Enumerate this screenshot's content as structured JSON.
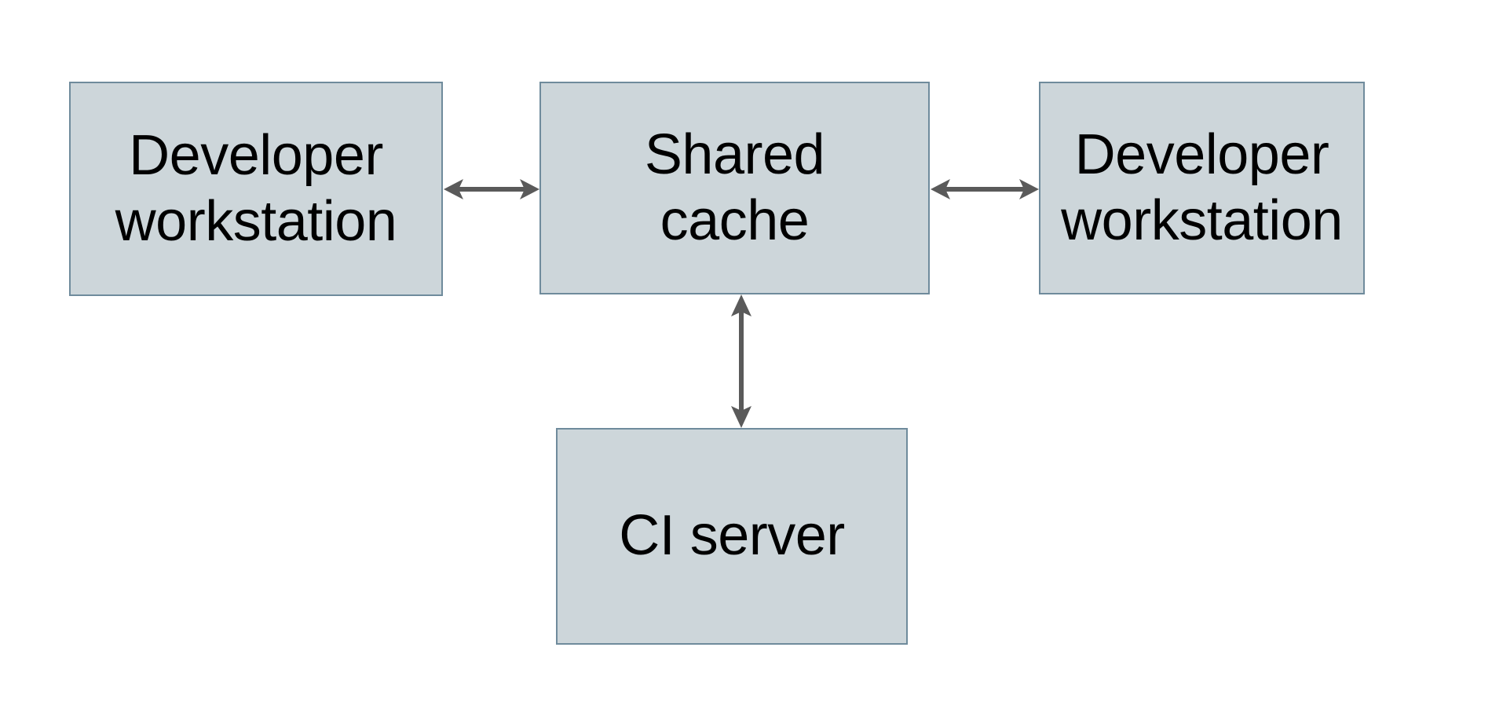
{
  "diagram": {
    "type": "block-diagram",
    "background_color": "#ffffff",
    "node_fill_color": "#cdd6da",
    "node_border_color": "#6f8b9c",
    "edge_color": "#5a5a5a",
    "text_color": "#000000",
    "nodes": [
      {
        "id": "developer-workstation-left",
        "label": "Developer\nworkstation",
        "line1": "Developer",
        "line2": "workstation"
      },
      {
        "id": "shared-cache",
        "label": "Shared\ncache",
        "line1": "Shared",
        "line2": "cache"
      },
      {
        "id": "developer-workstation-right",
        "label": "Developer\nworkstation",
        "line1": "Developer",
        "line2": "workstation"
      },
      {
        "id": "ci-server",
        "label": "CI server",
        "line1": "CI server",
        "line2": ""
      }
    ],
    "edges": [
      {
        "id": "edge-left-cache",
        "from": "developer-workstation-left",
        "to": "shared-cache",
        "direction": "bidirectional",
        "orientation": "horizontal",
        "label": ""
      },
      {
        "id": "edge-cache-right",
        "from": "shared-cache",
        "to": "developer-workstation-right",
        "direction": "bidirectional",
        "orientation": "horizontal",
        "label": ""
      },
      {
        "id": "edge-cache-ci",
        "from": "shared-cache",
        "to": "ci-server",
        "direction": "bidirectional",
        "orientation": "vertical",
        "label": ""
      }
    ]
  }
}
